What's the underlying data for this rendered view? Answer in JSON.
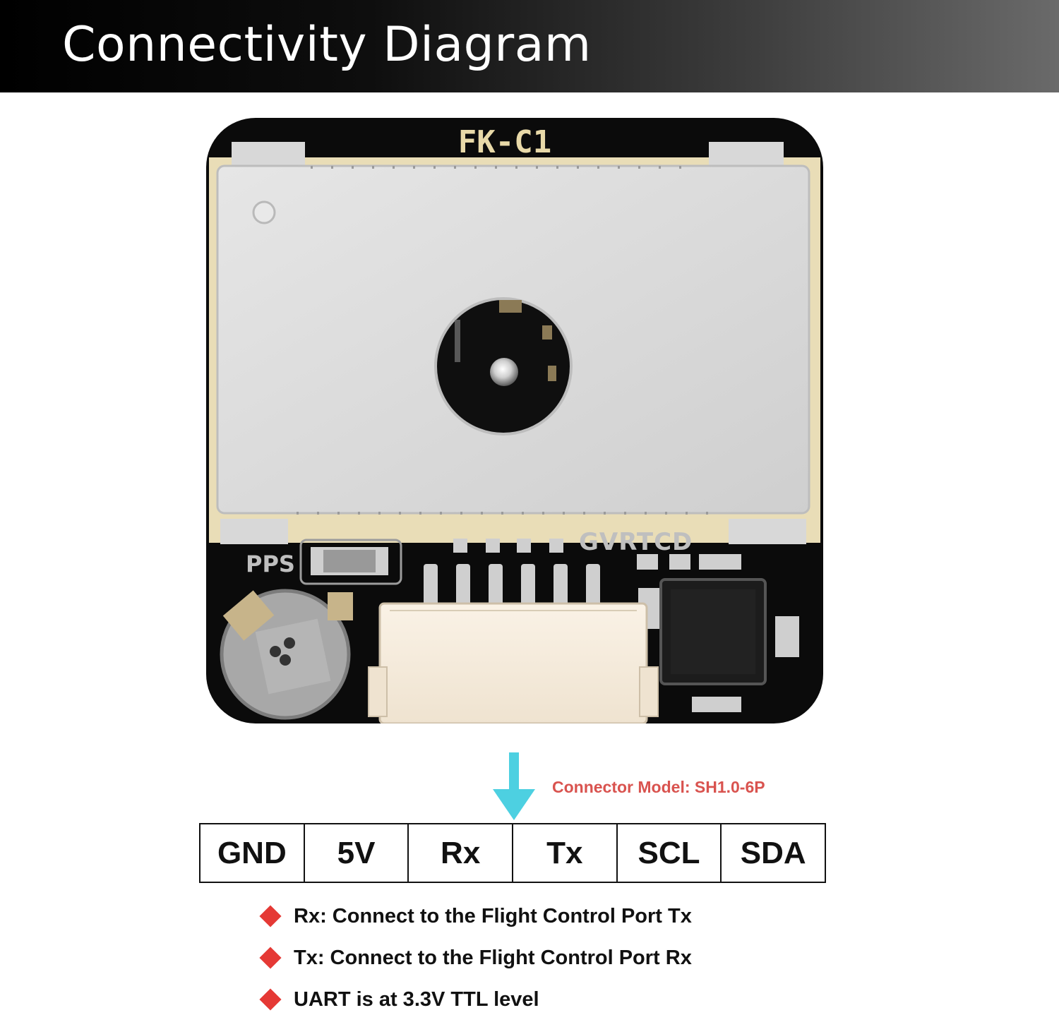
{
  "header": {
    "title": "Connectivity Diagram"
  },
  "board": {
    "model_label": "FK-C1",
    "pps_label": "PPS",
    "pin_silkscreen": "GVRTCD"
  },
  "connector": {
    "model_text": "Connector Model: SH1.0-6P"
  },
  "pins": [
    "GND",
    "5V",
    "Rx",
    "Tx",
    "SCL",
    "SDA"
  ],
  "notes": [
    "Rx: Connect to the Flight Control Port Tx",
    "Tx: Connect to the Flight Control Port Rx",
    "UART is at 3.3V TTL level"
  ],
  "colors": {
    "arrow": "#4dd0e1",
    "bullet": "#e53935",
    "connector_text": "#d9534f",
    "pcb": "#0b0b0b",
    "shield": "#dcdcdc"
  },
  "icons": {
    "arrow": "arrow-down-icon",
    "bullet": "diamond-bullet-icon"
  }
}
